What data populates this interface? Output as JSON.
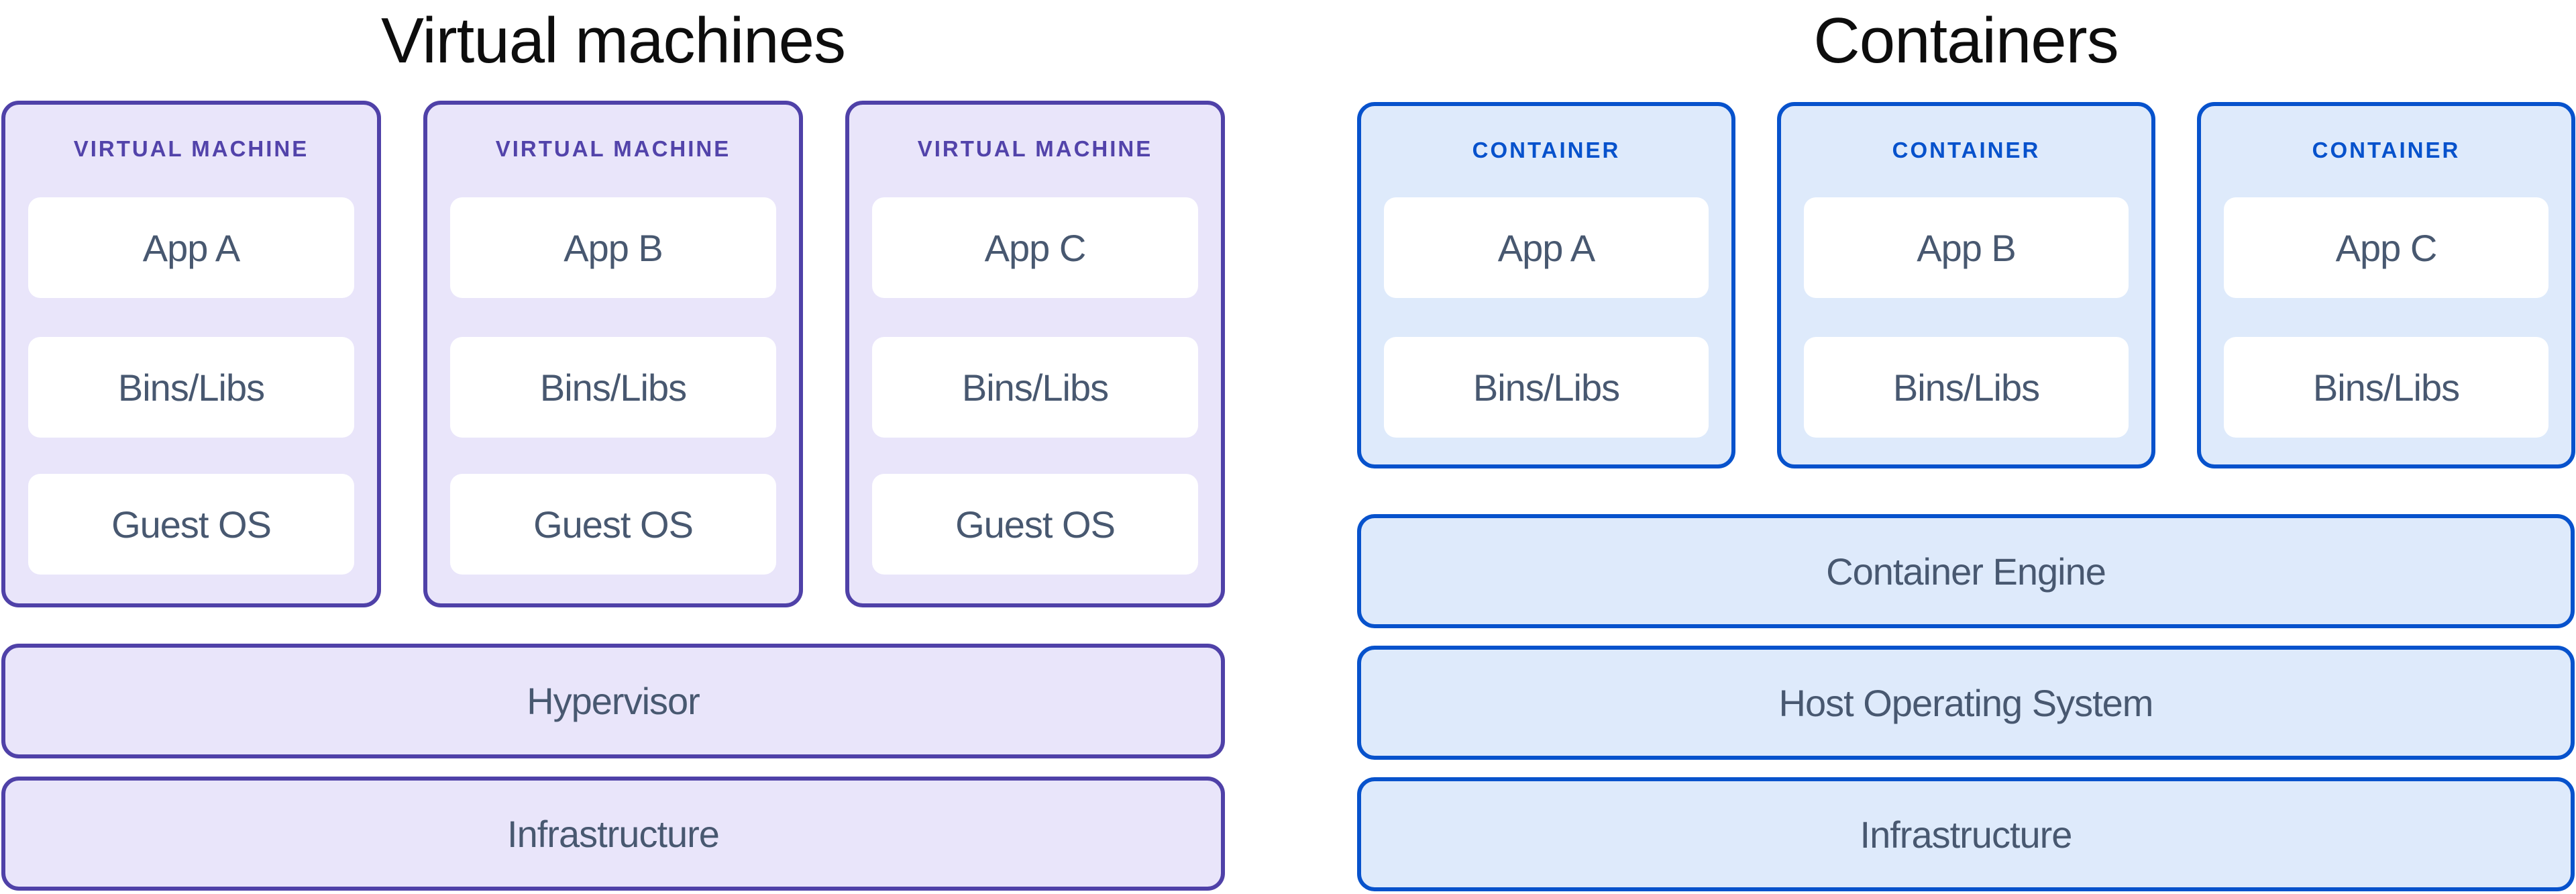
{
  "vm_section": {
    "title": "Virtual machines",
    "machines": [
      {
        "label": "VIRTUAL MACHINE",
        "items": [
          "App A",
          "Bins/Libs",
          "Guest OS"
        ]
      },
      {
        "label": "VIRTUAL MACHINE",
        "items": [
          "App B",
          "Bins/Libs",
          "Guest OS"
        ]
      },
      {
        "label": "VIRTUAL MACHINE",
        "items": [
          "App C",
          "Bins/Libs",
          "Guest OS"
        ]
      }
    ],
    "layers": [
      "Hypervisor",
      "Infrastructure"
    ]
  },
  "container_section": {
    "title": "Containers",
    "containers": [
      {
        "label": "CONTAINER",
        "items": [
          "App A",
          "Bins/Libs"
        ]
      },
      {
        "label": "CONTAINER",
        "items": [
          "App B",
          "Bins/Libs"
        ]
      },
      {
        "label": "CONTAINER",
        "items": [
          "App C",
          "Bins/Libs"
        ]
      }
    ],
    "layers": [
      "Container Engine",
      "Host Operating System",
      "Infrastructure"
    ]
  },
  "colors": {
    "purple_border": "#4f41a8",
    "purple_fill": "#e9e5fa",
    "purple_badge_text": "#5243aa",
    "blue_border": "#0752cc",
    "blue_fill": "#deeafb",
    "blue_badge_text": "#0752cc",
    "item_text": "#485870",
    "title_text": "#0d0d0d",
    "background": "#ffffff"
  }
}
